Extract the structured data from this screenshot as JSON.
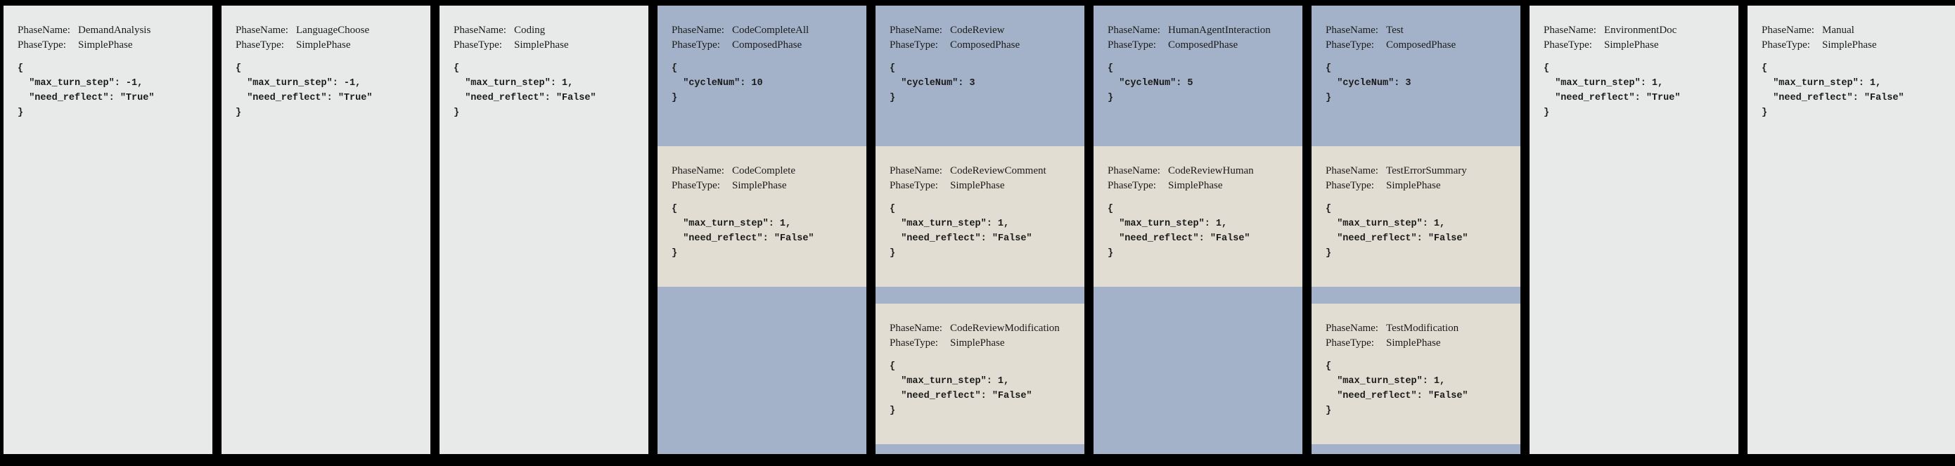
{
  "labels": {
    "phase_name": "PhaseName:",
    "phase_type": "PhaseType:"
  },
  "colors": {
    "background": "#000000",
    "simple_phase_card": "#e8eaea",
    "composed_phase_card": "#a4b2c9",
    "sub_phase_card": "#e2ddd2"
  },
  "phases": [
    {
      "name": "DemandAnalysis",
      "type": "SimplePhase",
      "config": "{\n  \"max_turn_step\": -1,\n  \"need_reflect\": \"True\"\n}"
    },
    {
      "name": "LanguageChoose",
      "type": "SimplePhase",
      "config": "{\n  \"max_turn_step\": -1,\n  \"need_reflect\": \"True\"\n}"
    },
    {
      "name": "Coding",
      "type": "SimplePhase",
      "config": "{\n  \"max_turn_step\": 1,\n  \"need_reflect\": \"False\"\n}"
    },
    {
      "name": "CodeCompleteAll",
      "type": "ComposedPhase",
      "config": "{\n  \"cycleNum\": 10\n}",
      "sub_phases": [
        {
          "name": "CodeComplete",
          "type": "SimplePhase",
          "config": "{\n  \"max_turn_step\": 1,\n  \"need_reflect\": \"False\"\n}"
        }
      ]
    },
    {
      "name": "CodeReview",
      "type": "ComposedPhase",
      "config": "{\n  \"cycleNum\": 3\n}",
      "sub_phases": [
        {
          "name": "CodeReviewComment",
          "type": "SimplePhase",
          "config": "{\n  \"max_turn_step\": 1,\n  \"need_reflect\": \"False\"\n}"
        },
        {
          "name": "CodeReviewModification",
          "type": "SimplePhase",
          "config": "{\n  \"max_turn_step\": 1,\n  \"need_reflect\": \"False\"\n}"
        }
      ]
    },
    {
      "name": "HumanAgentInteraction",
      "type": "ComposedPhase",
      "config": "{\n  \"cycleNum\": 5\n}",
      "sub_phases": [
        {
          "name": "CodeReviewHuman",
          "type": "SimplePhase",
          "config": "{\n  \"max_turn_step\": 1,\n  \"need_reflect\": \"False\"\n}"
        }
      ]
    },
    {
      "name": "Test",
      "type": "ComposedPhase",
      "config": "{\n  \"cycleNum\": 3\n}",
      "sub_phases": [
        {
          "name": "TestErrorSummary",
          "type": "SimplePhase",
          "config": "{\n  \"max_turn_step\": 1,\n  \"need_reflect\": \"False\"\n}"
        },
        {
          "name": "TestModification",
          "type": "SimplePhase",
          "config": "{\n  \"max_turn_step\": 1,\n  \"need_reflect\": \"False\"\n}"
        }
      ]
    },
    {
      "name": "EnvironmentDoc",
      "type": "SimplePhase",
      "config": "{\n  \"max_turn_step\": 1,\n  \"need_reflect\": \"True\"\n}"
    },
    {
      "name": "Manual",
      "type": "SimplePhase",
      "config": "{\n  \"max_turn_step\": 1,\n  \"need_reflect\": \"False\"\n}"
    }
  ]
}
